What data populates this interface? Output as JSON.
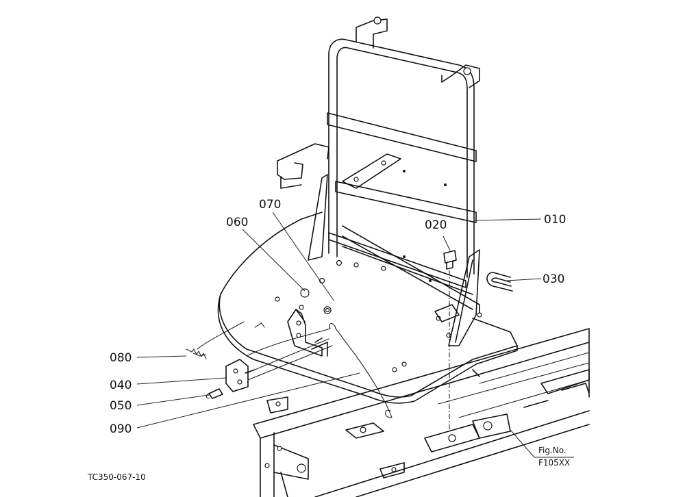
{
  "callouts": {
    "c010": "010",
    "c020": "020",
    "c030": "030",
    "c040": "040",
    "c050": "050",
    "c060": "060",
    "c070": "070",
    "c080": "080",
    "c090": "090"
  },
  "figure": {
    "label": "Fig.No.",
    "number": "F105XX"
  },
  "drawing_code": "TC350-067-10"
}
